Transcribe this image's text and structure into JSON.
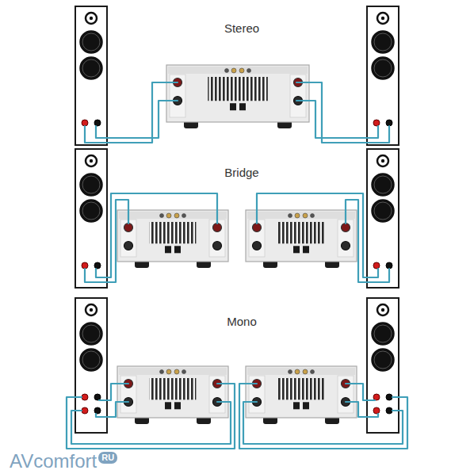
{
  "diagram": {
    "labels": [
      "Stereo",
      "Bridge",
      "Mono",
      "AVcomfort",
      "RU"
    ]
  }
}
